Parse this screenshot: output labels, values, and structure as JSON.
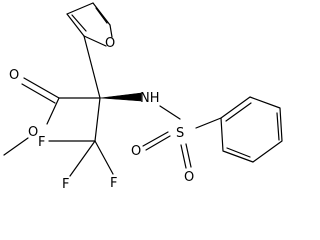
{
  "molecule": {
    "atoms": {
      "furan_oxygen": "O",
      "carbonyl_oxygen": "O",
      "ester_oxygen": "O",
      "amine": "NH",
      "sulfur": "S",
      "sulfonyl_oxygen_left": "O",
      "sulfonyl_oxygen_right": "O",
      "fluorine_left": "F",
      "fluorine_bottom": "F",
      "fluorine_right": "F"
    }
  }
}
